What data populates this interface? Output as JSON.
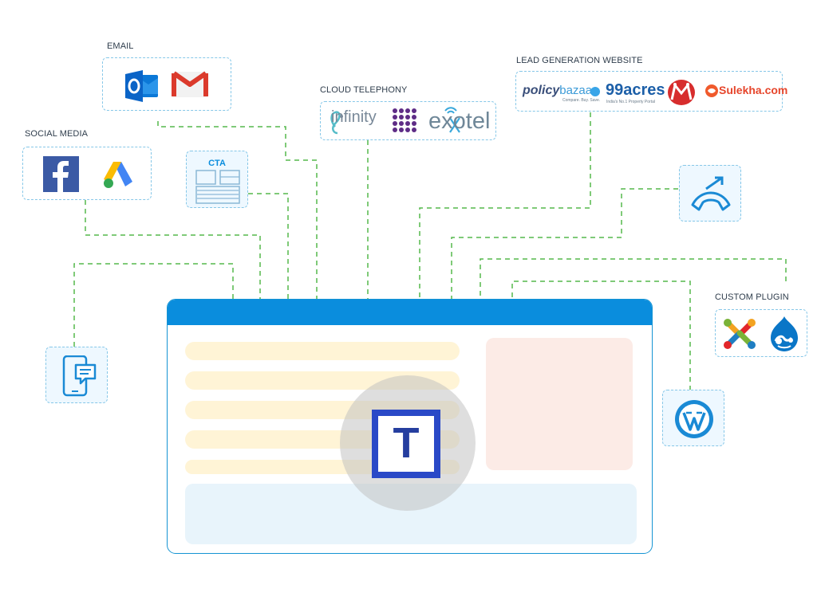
{
  "labels": {
    "email": "EMAIL",
    "social_media": "SOCIAL MEDIA",
    "cloud_telephony": "CLOUD TELEPHONY",
    "lead_generation_website": "LEAD GENERATION WEBSITE",
    "custom_plugin": "CUSTOM PLUGIN"
  },
  "cta": {
    "label": "CTA"
  },
  "cloud_telephony_logos": {
    "infinity": "infinity",
    "exotel": "exotel"
  },
  "lead_logos": {
    "policy_main": "policy",
    "policy_suffix": "bazaar",
    "acres": "99acres",
    "sulekha": "Sulekha.com",
    "policy_caption": "Compare. Buy. Save.",
    "acres_caption": "India's No.1 Property Portal"
  },
  "center_logo": {
    "letter": "T"
  },
  "colors": {
    "wire": "#55b84c",
    "card_border": "#86c7e8",
    "accent_blue": "#0a8ddd",
    "logo_blue": "#2a49c7"
  },
  "icons": {
    "email": [
      "outlook-icon",
      "gmail-icon"
    ],
    "social_media": [
      "facebook-icon",
      "google-ads-icon"
    ],
    "cloud_telephony": [
      "infinity-logo-icon",
      "grid-dots-icon",
      "exotel-logo-icon"
    ],
    "lead_generation": [
      "policybazaar-logo-icon",
      "99acres-logo-icon",
      "indiamart-logo-icon",
      "sulekha-logo-icon"
    ],
    "custom_plugin": [
      "joomla-icon",
      "drupal-icon"
    ],
    "standalone": [
      "cta-icon",
      "chat-phone-icon",
      "call-transfer-icon",
      "wordpress-icon"
    ]
  }
}
